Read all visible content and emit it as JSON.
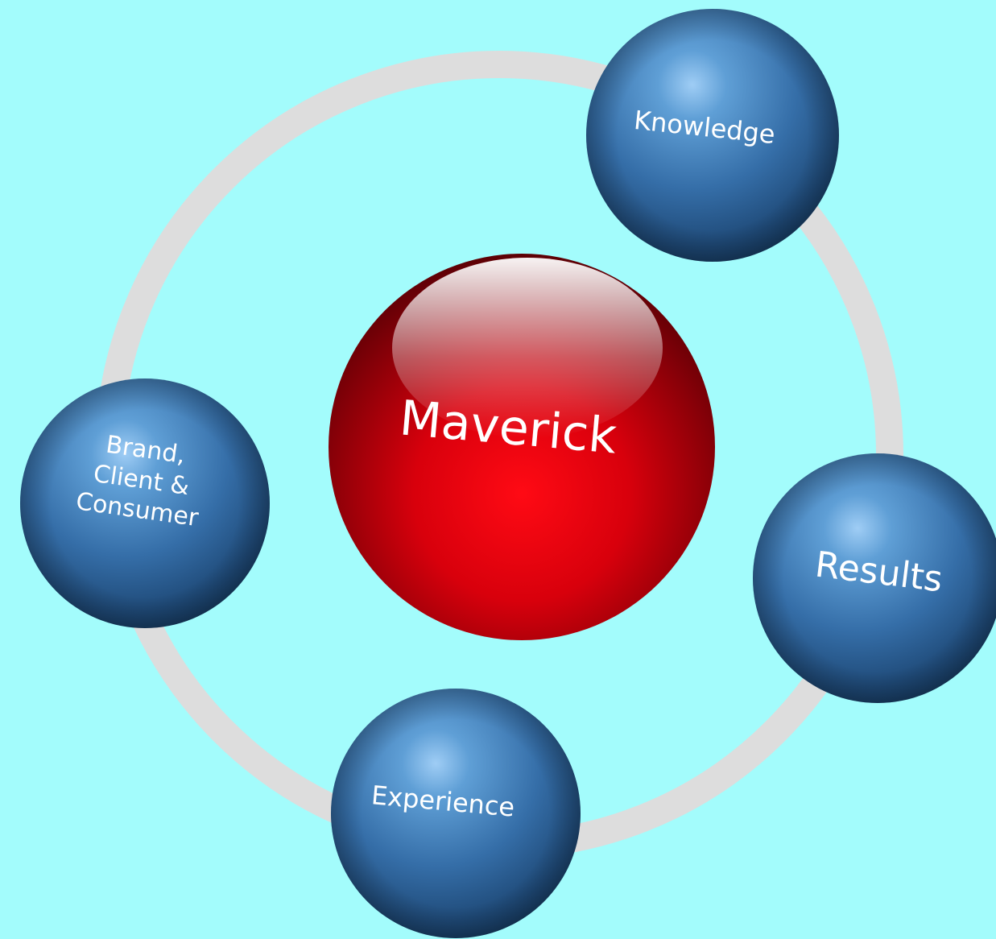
{
  "center": {
    "label": "Maverick"
  },
  "nodes": [
    {
      "id": "knowledge",
      "lines": [
        "Knowledge"
      ]
    },
    {
      "id": "results",
      "lines": [
        "Results"
      ]
    },
    {
      "id": "experience",
      "lines": [
        "Experience"
      ]
    },
    {
      "id": "brand",
      "lines": [
        "Brand,",
        "Client &",
        "Consumer"
      ]
    }
  ],
  "colors": {
    "background": "#a3fcfc",
    "ring": "#dddddd",
    "center_sphere": "#e00010",
    "node_sphere": "#2f6aa3",
    "label": "#ffffff"
  }
}
